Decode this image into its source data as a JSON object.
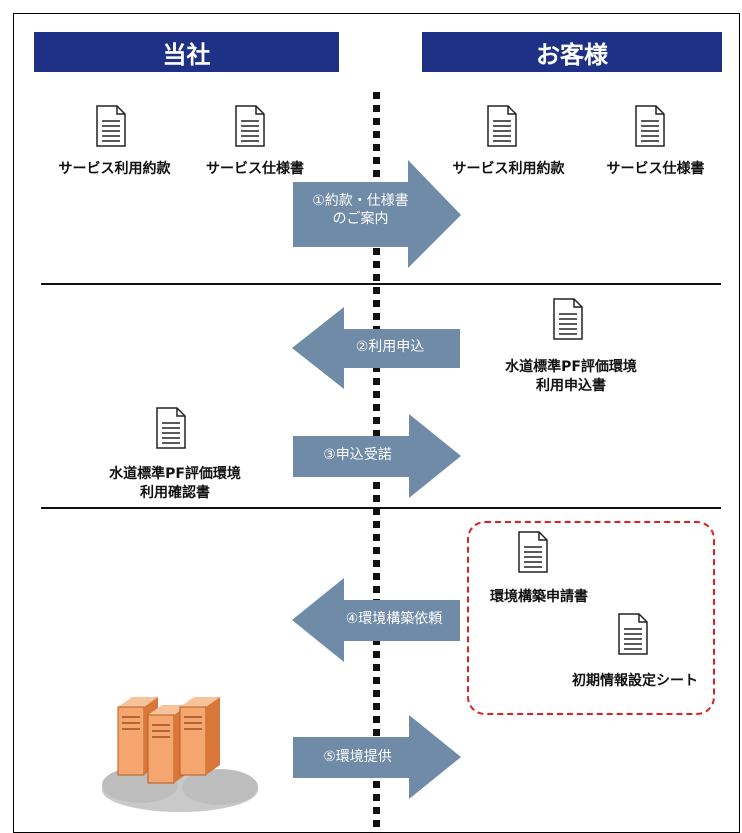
{
  "headers": {
    "left": "当社",
    "right": "お客様"
  },
  "documents": {
    "our_terms": "サービス利用約款",
    "our_spec": "サービス仕様書",
    "cust_terms": "サービス利用約款",
    "cust_spec": "サービス仕様書",
    "application_line1": "水道標準PF評価環境",
    "application_line2": "利用申込書",
    "confirmation_line1": "水道標準PF評価環境",
    "confirmation_line2": "利用確認書",
    "env_request": "環境構築申請書",
    "initial_sheet": "初期情報設定シート"
  },
  "arrows": {
    "step1_line1": "①約款・仕様書",
    "step1_line2": "のご案内",
    "step2": "②利用申込",
    "step3": "③申込受諾",
    "step4": "④環境構築依頼",
    "step5": "⑤環境提供"
  },
  "colors": {
    "header_bg": "#1f3187",
    "arrow_fill": "#6f8ba8",
    "dashed_box": "#e02020",
    "server": "#f5a66f"
  },
  "icons": {
    "document": "document-icon",
    "server": "server-cluster-icon"
  }
}
